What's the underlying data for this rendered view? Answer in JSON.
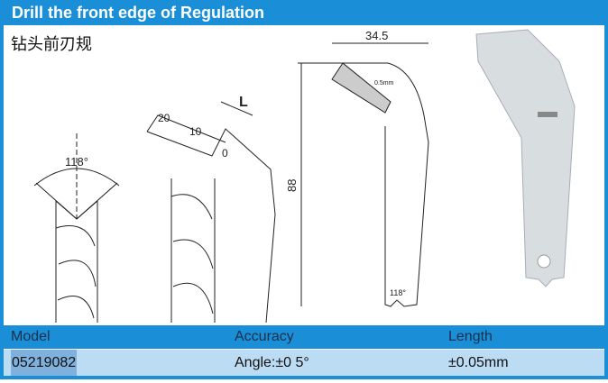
{
  "header": {
    "title": "Drill the front edge of Regulation",
    "subtitle": "钻头前刃规"
  },
  "diagram": {
    "angle_label": "118°",
    "length_label": "L",
    "scale_20": "20",
    "scale_10": "10",
    "scale_0": "0",
    "width_label": "34.5",
    "height_label": "88",
    "bottom_angle_label": "118°",
    "resolution_label": "0.5mm"
  },
  "table": {
    "columns": [
      "Model",
      "Accuracy",
      "Length"
    ],
    "rows": [
      {
        "model": "05219082",
        "accuracy": "Angle:±0 5°",
        "length": "±0.05mm"
      }
    ]
  },
  "colors": {
    "accent": "#1a8fd8",
    "row_bg": "#bcdcf4"
  }
}
